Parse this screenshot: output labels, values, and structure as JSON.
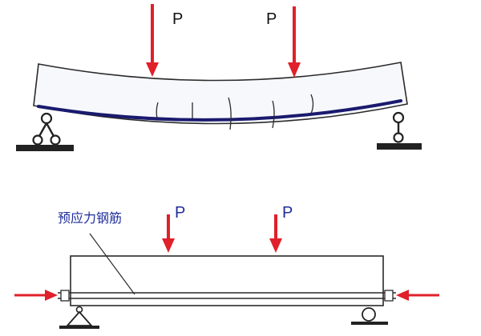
{
  "top_diagram": {
    "load_labels": [
      "P",
      "P"
    ]
  },
  "bottom_diagram": {
    "load_labels": [
      "P",
      "P"
    ],
    "tendon_label": "预应力钢筋"
  },
  "colors": {
    "load_arrow": "#e0202a",
    "rebar": "#1a1a6e",
    "label_blue": "#1f2d9a",
    "outline": "#2a2a2a",
    "beam_fill": "#f6f8fc",
    "support": "#222222"
  }
}
